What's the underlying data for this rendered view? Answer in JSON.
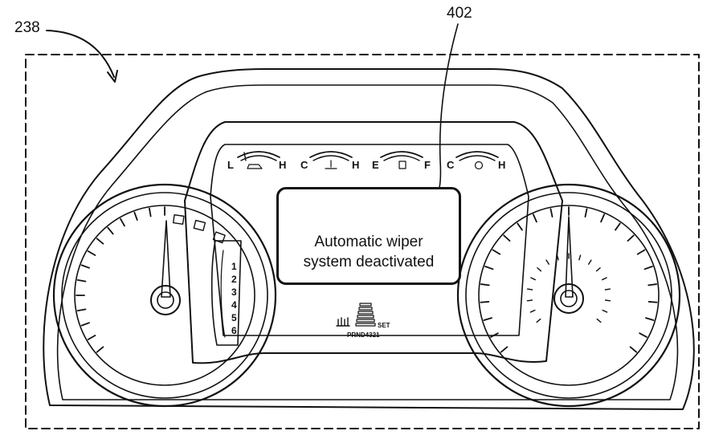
{
  "figure": {
    "ref_numerals": {
      "panel": "238",
      "display": "402"
    }
  },
  "message_display": {
    "line1": "Automatic wiper",
    "line2": "system deactivated"
  },
  "gauges": [
    {
      "low": "L",
      "high": "H"
    },
    {
      "low": "C",
      "high": "H"
    },
    {
      "low": "E",
      "high": "F"
    },
    {
      "low": "C",
      "high": "H"
    }
  ],
  "gear_list": [
    "1",
    "2",
    "3",
    "4",
    "5",
    "6"
  ],
  "gear_indicator": {
    "set_label": "SET",
    "prnd_label": "PRND4321"
  }
}
